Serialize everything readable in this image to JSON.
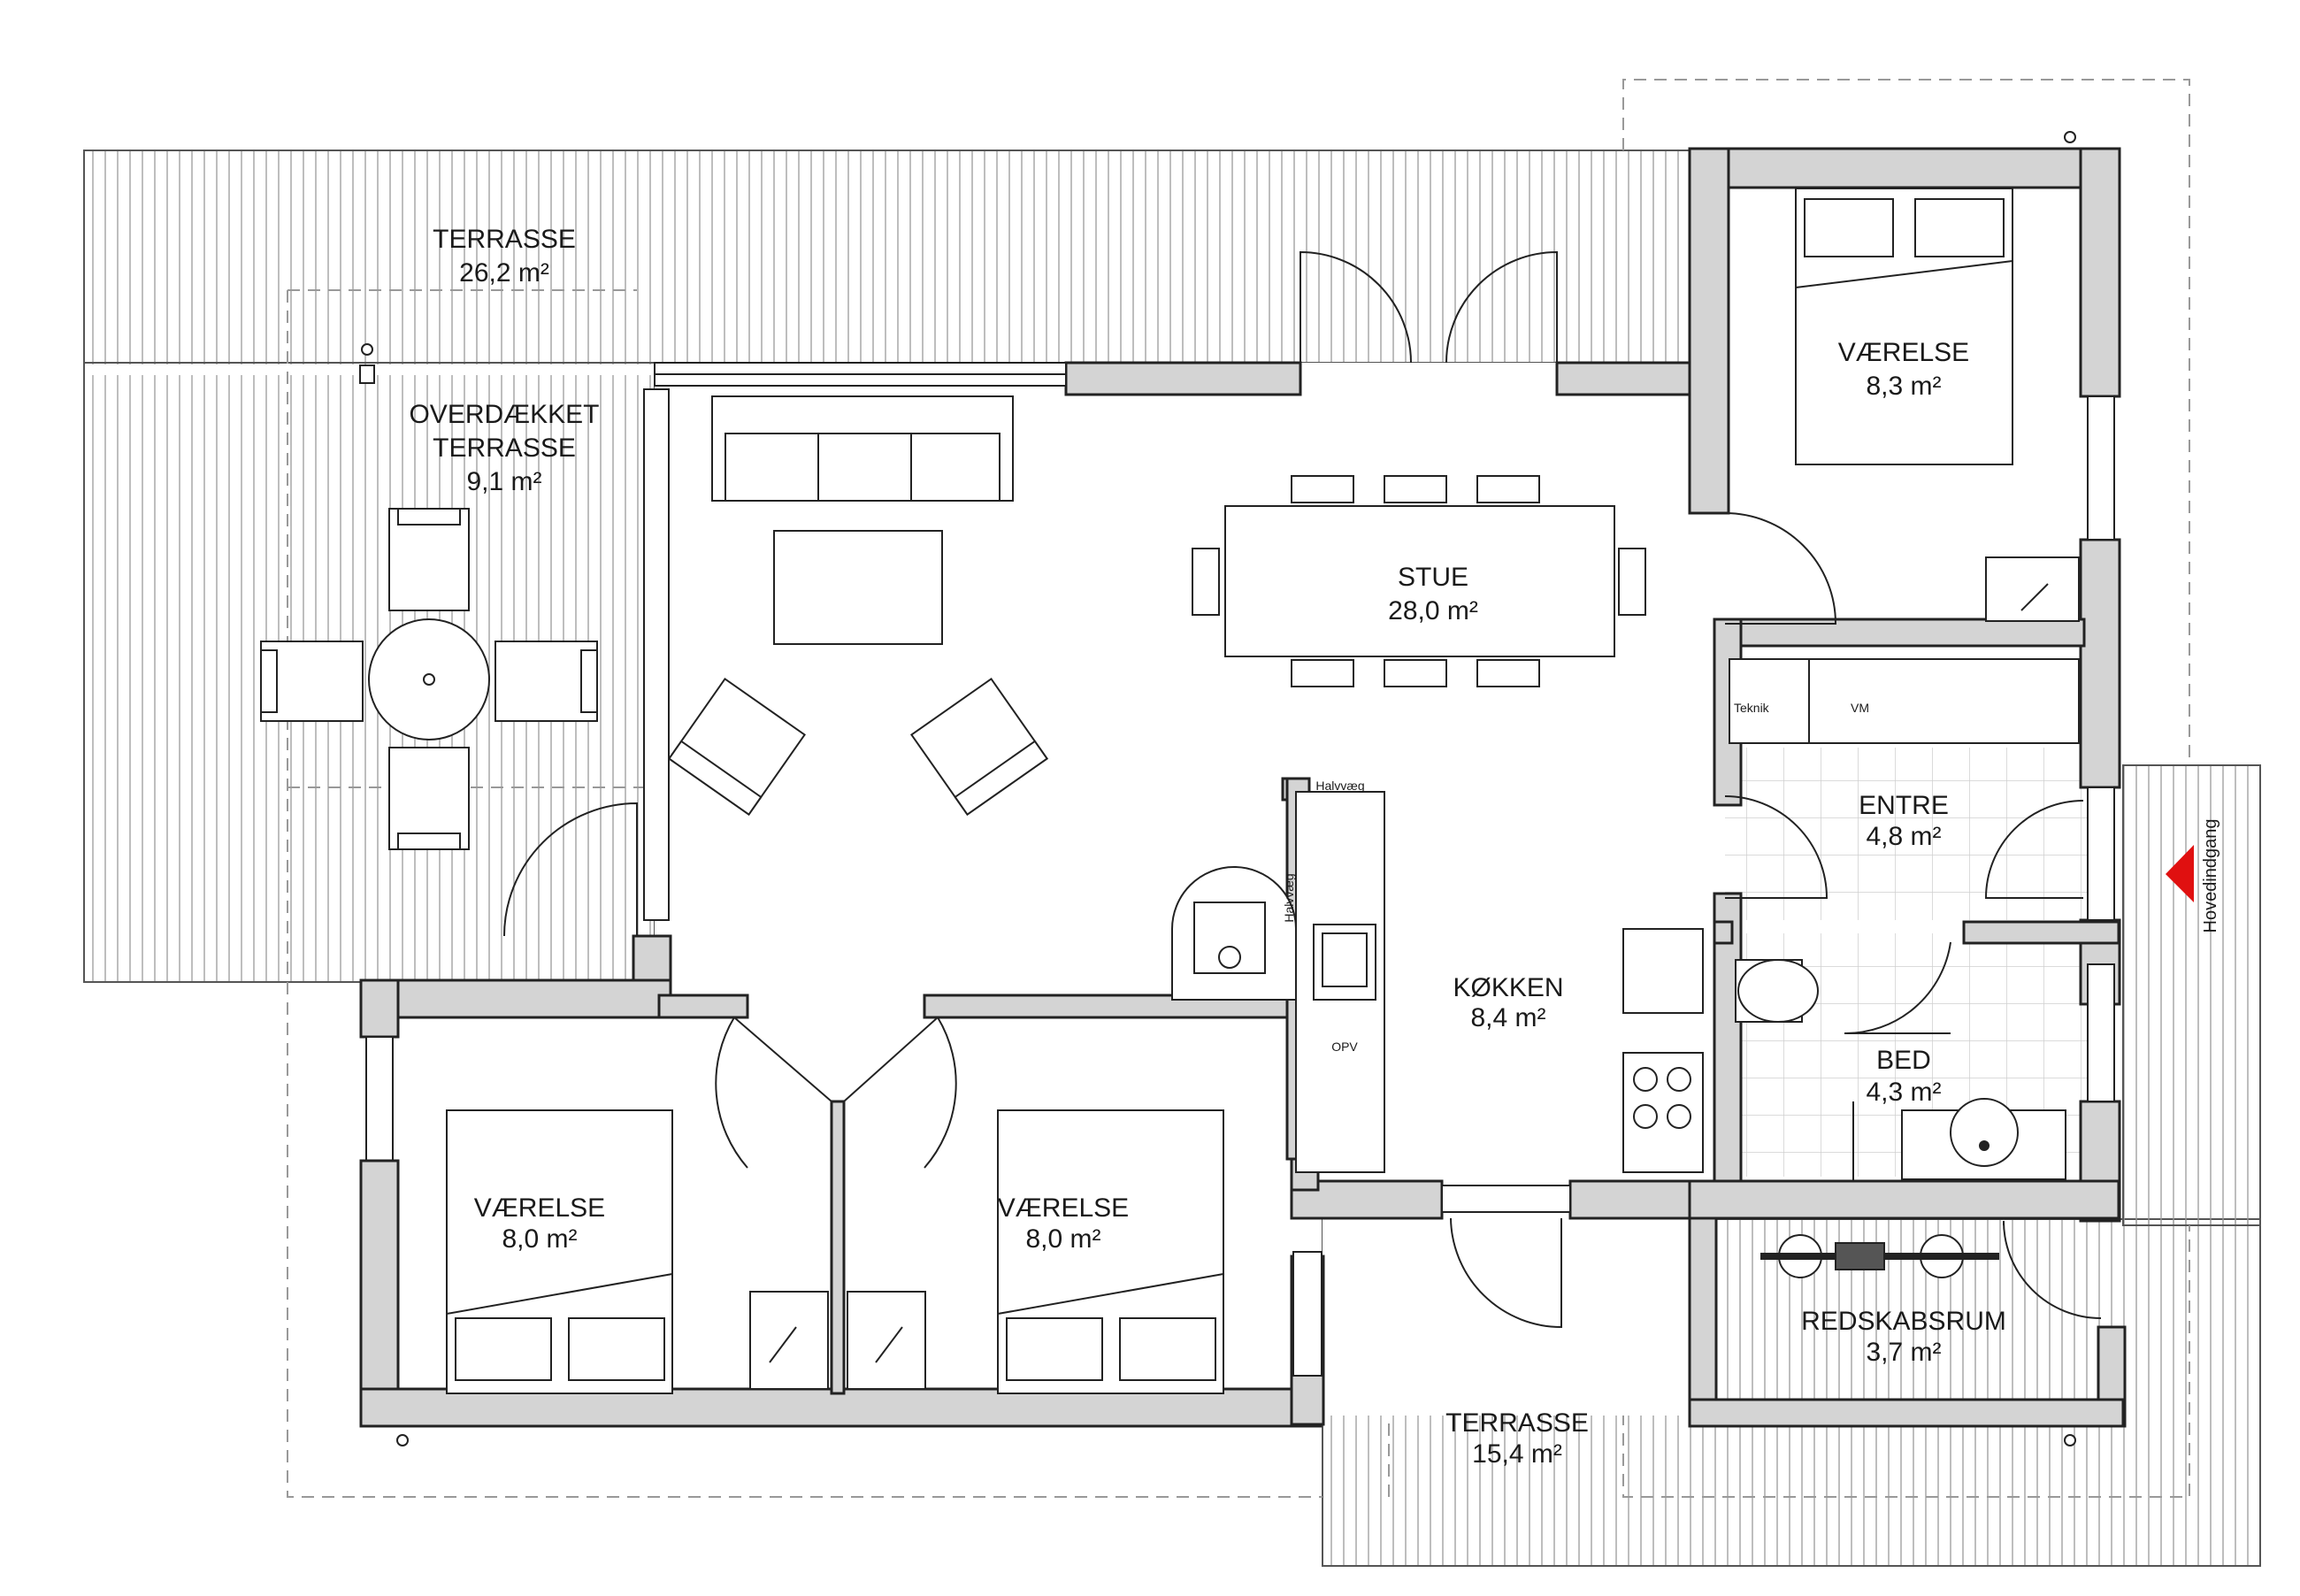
{
  "rooms": {
    "terrasse_big": {
      "name": "TERRASSE",
      "area": "26,2 m²"
    },
    "overdaekket": {
      "name1": "OVERDÆKKET",
      "name2": "TERRASSE",
      "area": "9,1 m²"
    },
    "stue": {
      "name": "STUE",
      "area": "28,0 m²"
    },
    "vaerelse_ne": {
      "name": "VÆRELSE",
      "area": "8,3 m²"
    },
    "entre": {
      "name": "ENTRE",
      "area": "4,8 m²"
    },
    "koekken": {
      "name": "KØKKEN",
      "area": "8,4 m²"
    },
    "bed": {
      "name": "BED",
      "area": "4,3 m²"
    },
    "redskabsrum": {
      "name": "REDSKABSRUM",
      "area": "3,7 m²"
    },
    "vaerelse_sw": {
      "name": "VÆRELSE",
      "area": "8,0 m²"
    },
    "vaerelse_s": {
      "name": "VÆRELSE",
      "area": "8,0 m²"
    },
    "terrasse_small": {
      "name": "TERRASSE",
      "area": "15,4 m²"
    }
  },
  "labels": {
    "teknik": "Teknik",
    "vm": "VM",
    "halvvaeg_h": "Halvvæg",
    "halvvaeg_v": "Halvvæg",
    "opv": "OPV",
    "hovedindgang": "Hovedindgang"
  },
  "colors": {
    "wall_fill": "#d4d4d4",
    "entrance_marker": "#e01010"
  }
}
